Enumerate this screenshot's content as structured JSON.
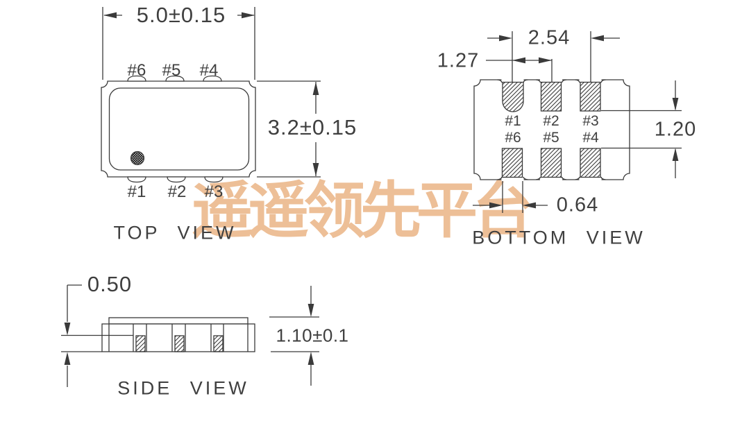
{
  "watermark": {
    "text": "遥遥领先平台",
    "color": "#edbf97"
  },
  "drawing": {
    "line_color": "#3a3a3a",
    "background": "#ffffff",
    "pad_fill": "diagonal-hatch",
    "pin1_marker": "crosshatch-dot"
  },
  "top_view": {
    "title": "TOP VIEW",
    "dim_width": "5.0±0.15",
    "dim_height": "3.2±0.15",
    "pins_top": [
      "#6",
      "#5",
      "#4"
    ],
    "pins_bottom": [
      "#1",
      "#2",
      "#3"
    ]
  },
  "bottom_view": {
    "title": "BOTTOM VIEW",
    "dim_outer_pitch": "2.54",
    "dim_pitch": "1.27",
    "dim_row_gap": "1.20",
    "dim_pad_width": "0.64",
    "pins_row1": [
      "#1",
      "#2",
      "#3"
    ],
    "pins_row2": [
      "#6",
      "#5",
      "#4"
    ]
  },
  "side_view": {
    "title": "SIDE VIEW",
    "dim_pad_height": "0.50",
    "dim_total_height": "1.10±0.1"
  }
}
